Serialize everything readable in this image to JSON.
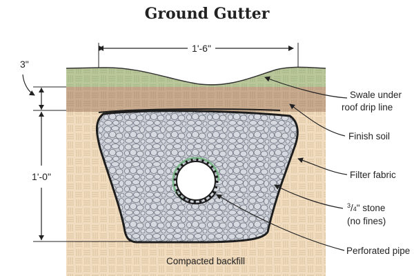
{
  "title": "Ground Gutter",
  "dimensions": {
    "width": "1'-6\"",
    "depth": "1'-0\"",
    "swale_depth": "3\""
  },
  "labels": {
    "swale_line1": "Swale under",
    "swale_line2": "roof drip line",
    "finish_soil": "Finish soil",
    "filter_fabric": "Filter fabric",
    "stone_num": "3",
    "stone_den": "4",
    "stone_rest": "\" stone",
    "stone_line2": "(no fines)",
    "pipe": "Perforated pipe",
    "backfill": "Compacted backfill"
  },
  "colors": {
    "grass": "#b9c79a",
    "finish_soil": "#c8ab8e",
    "backfill": "#f1dcc0",
    "stone_fill": "#c7cbd3",
    "pipe_wrap": "#7bb58a"
  }
}
